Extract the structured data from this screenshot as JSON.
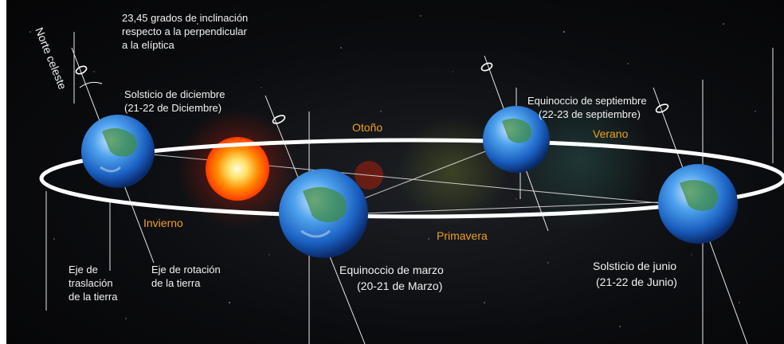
{
  "labels": {
    "tilt_note_line1": "23,45 grados de inclinación",
    "tilt_note_line2": "respecto a la perpendicular",
    "tilt_note_line3": "a la elíptica",
    "north": "Norte celeste",
    "december_title": "Solsticio de diciembre",
    "december_dates": "(21-22 de Diciembre)",
    "september_title": "Equinoccio de septiembre",
    "september_dates": "(22-23 de septiembre)",
    "march_title": "Equinoccio de marzo",
    "march_dates": "(20-21 de Marzo)",
    "june_title": "Solsticio de junio",
    "june_dates": "(21-22 de Junio)",
    "translation_axis_line1": "Eje de",
    "translation_axis_line2": "traslación",
    "translation_axis_line3": "de la tierra",
    "rotation_axis_line1": "Eje de rotación",
    "rotation_axis_line2": "de la tierra"
  },
  "seasons": {
    "autumn": "Otoño",
    "summer": "Verano",
    "winter": "Invierno",
    "spring": "Primavera"
  },
  "colors": {
    "season_text": "#f0a020",
    "orbit": "#ffffff",
    "sun_core": "#fff6b0",
    "sun_edge": "#ff3a00",
    "earth_ocean": "#1f6fd0"
  }
}
